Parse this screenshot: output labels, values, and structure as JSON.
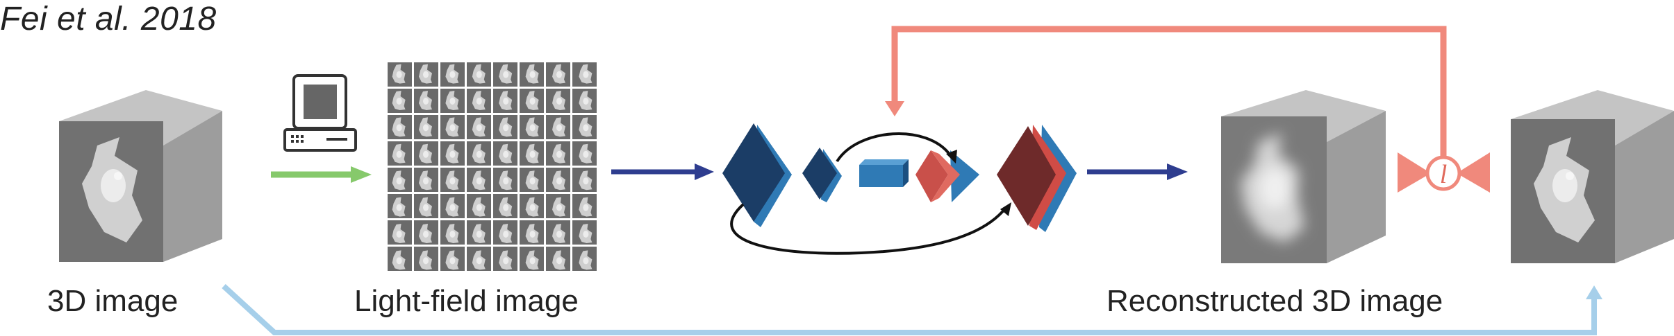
{
  "title": "Fei et al. 2018",
  "labels": {
    "input": "3D image",
    "lightfield": "Light-field image",
    "output": "Reconstructed 3D image"
  },
  "loss_symbol": "l",
  "colors": {
    "green_arrow": "#86c96b",
    "navy_arrow": "#2e3d8f",
    "feedback_arrow": "#f0897c",
    "bottom_arrow": "#a6cfea",
    "dark_blue": "#1b3d66",
    "mid_blue": "#2f7ab5",
    "red": "#c9504a",
    "dark_red": "#6e2a2a",
    "cube_front": "#6f6f6f",
    "cube_side": "#9c9c9c",
    "cube_top": "#b8b8b8",
    "tile_bg": "#6a6a6a"
  },
  "grid": {
    "rows": 8,
    "cols": 8
  }
}
